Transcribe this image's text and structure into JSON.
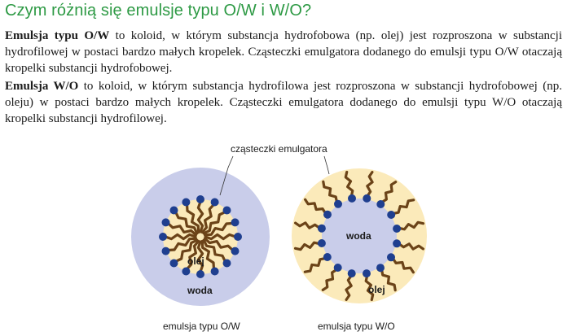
{
  "title": "Czym różnią się emulsje typu O/W i W/O?",
  "paragraph_ow": {
    "term": "Emulsja typu O/W",
    "text": " to koloid, w którym substancja hydrofobowa (np. olej) jest rozproszona w substancji hydrofilowej w postaci bardzo małych kropelek. Cząsteczki emulgatora dodanego do emulsji typu O/W otaczają kropelki substancji hydrofobowej."
  },
  "paragraph_wo": {
    "term": "Emulsja W/O",
    "text": " to koloid, w którym substancja hydrofilowa jest rozproszona w substancji hydrofobowej (np. oleju) w postaci bardzo małych kropelek. Cząsteczki emulgatora dodanego do emulsji typu W/O otaczają kropelki substancji hydrofilowej."
  },
  "figure": {
    "emulsifier_label": "cząsteczki emulgatora",
    "ow": {
      "caption": "emulsja typu O/W",
      "oil_label": "olej",
      "water_label": "woda"
    },
    "wo": {
      "caption": "emulsja typu W/O",
      "water_label": "woda",
      "oil_label": "olej"
    },
    "colors": {
      "water": "#c9cdea",
      "oil": "#fbeaba",
      "molecule_tail": "#6b4318",
      "molecule_head": "#1f3f8f"
    }
  }
}
